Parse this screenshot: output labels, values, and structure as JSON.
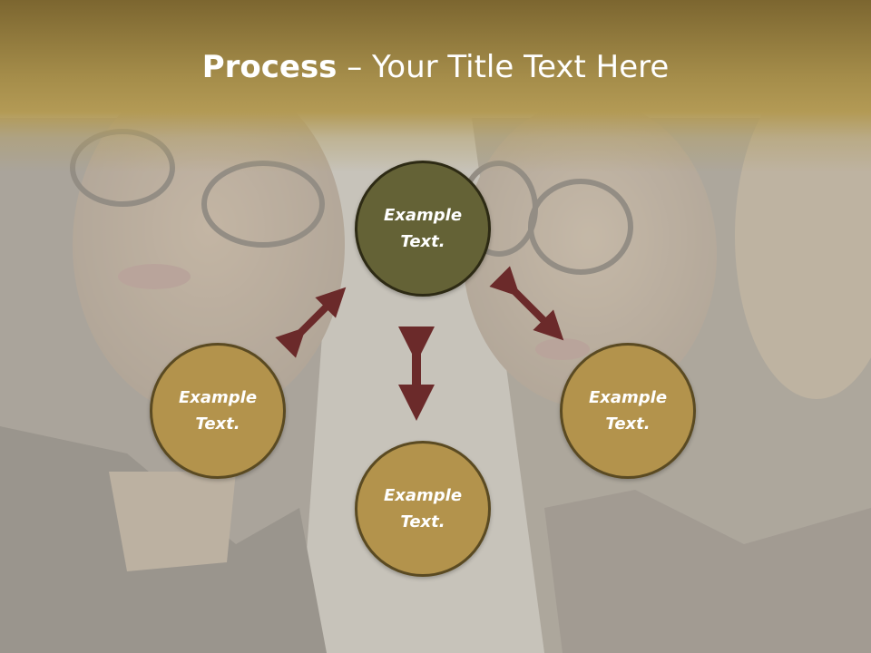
{
  "title": {
    "bold": "Process",
    "rest": " – Your Title Text Here"
  },
  "nodes": {
    "top": "Example Text.",
    "left": "Example Text.",
    "right": "Example Text.",
    "bottom": "Example Text."
  },
  "colors": {
    "title_bar": "#a58d4a",
    "node_dark": "#646236",
    "node_gold": "#b3934c",
    "arrow": "#6b2a2a"
  }
}
